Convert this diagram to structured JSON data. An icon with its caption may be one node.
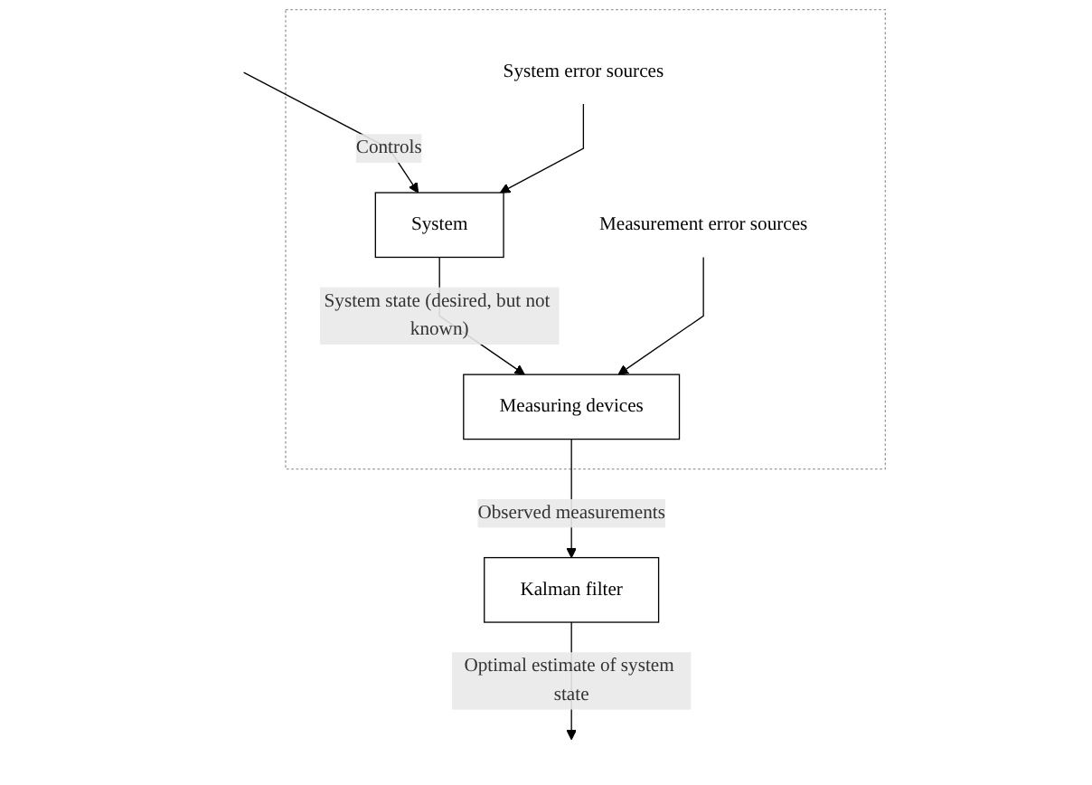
{
  "diagram": {
    "nodes": [
      {
        "text": [],
        "shape": "box"
      },
      {
        "text": [
          "System error sources"
        ],
        "in": 0
      },
      {
        "text": [
          "System"
        ],
        "in": 0
      },
      {
        "text": [
          "Measuring devices"
        ],
        "in": 0
      },
      {
        "text": [
          "Measurement error sources"
        ],
        "in": 0
      },
      {
        "text": [
          "Kalman filter"
        ]
      }
    ],
    "edges": [
      {
        "from": null,
        "to": 2,
        "arrow": "to",
        "label": "Controls"
      },
      {
        "from": 1,
        "to": 2,
        "arrow": "to"
      },
      {
        "from": 2,
        "to": 3,
        "arrow": "to",
        "label": "System state (desired, but not known)"
      },
      {
        "from": 4,
        "to": 3,
        "arrow": "to"
      },
      {
        "from": 3,
        "to": 5,
        "arrow": "to",
        "label": "Observed measurements"
      },
      {
        "from": 5,
        "to": null,
        "arrow": "to",
        "label": "Optimal estimate of system state"
      }
    ]
  }
}
